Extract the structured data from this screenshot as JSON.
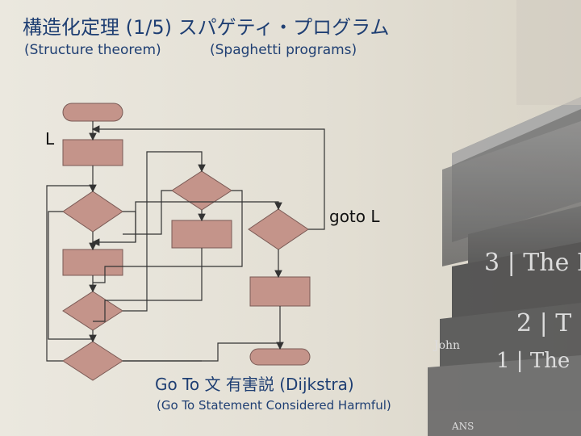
{
  "slide": {
    "title": "構造化定理 (1/5) スパゲティ・プログラム",
    "subtitle_left": "(Structure theorem)",
    "subtitle_right": "(Spaghetti programs)",
    "caption_main": "Go To 文 有害説 (Dijkstra)",
    "caption_sub": "(Go To Statement Considered Harmful)"
  },
  "diagram": {
    "label_L": "L",
    "label_goto": "goto L",
    "shape_fill": "#c4948a",
    "line_color": "#333333"
  },
  "background": {
    "book_spine_1_text": "3 | The I",
    "book_spine_2_text": "2 | T",
    "book_spine_3_text": "1 | The",
    "book_author": "John",
    "book_small": "ANS"
  }
}
